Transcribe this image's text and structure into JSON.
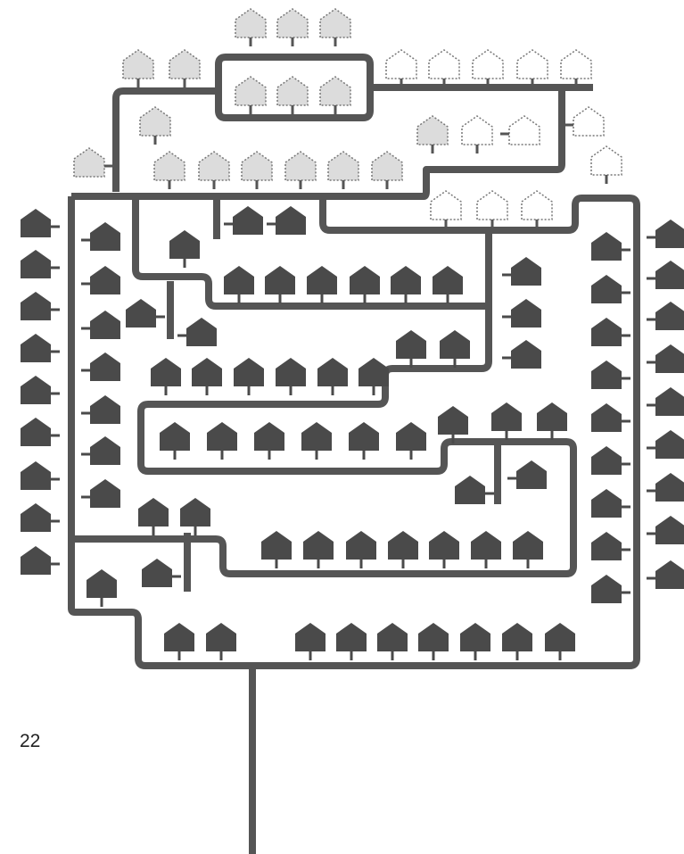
{
  "page_number": "22",
  "colors": {
    "pipe": "#555555",
    "house_connected": "#4a4a4a",
    "house_planned_fill": "#dcdcdc",
    "house_outline": "#777777",
    "background": "#ffffff"
  },
  "legend_note": "",
  "house_states": [
    "connected",
    "planned",
    "potential"
  ]
}
